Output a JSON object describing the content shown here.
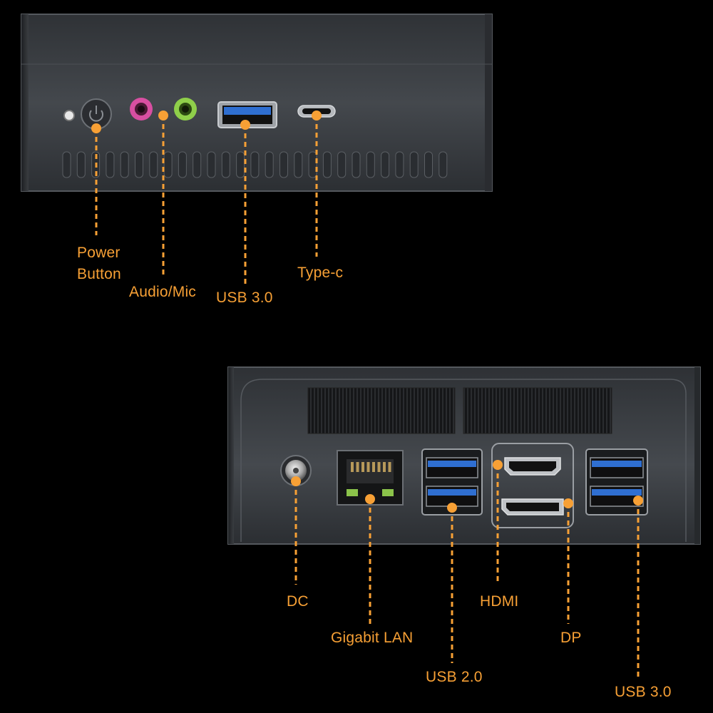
{
  "front_panel": {
    "labels": {
      "power_line1": "Power",
      "power_line2": "Button",
      "audio": "Audio/Mic",
      "usb3": "USB 3.0",
      "typec": "Type-c"
    }
  },
  "rear_panel": {
    "labels": {
      "dc": "DC",
      "lan": "Gigabit LAN",
      "usb2": "USB 2.0",
      "hdmi": "HDMI",
      "dp": "DP",
      "usb3": "USB 3.0"
    }
  },
  "colors": {
    "accent": "#f7a035",
    "background": "#000000",
    "chassis": "#3a3d41",
    "usb3_blue": "#2f6fd1",
    "mic_pink": "#d84fa2",
    "audio_green": "#8fcf4a"
  },
  "icons": [
    "power-icon",
    "led-indicator-icon",
    "dc-jack-icon",
    "rj45-port-icon",
    "hdmi-port-icon",
    "displayport-icon"
  ]
}
